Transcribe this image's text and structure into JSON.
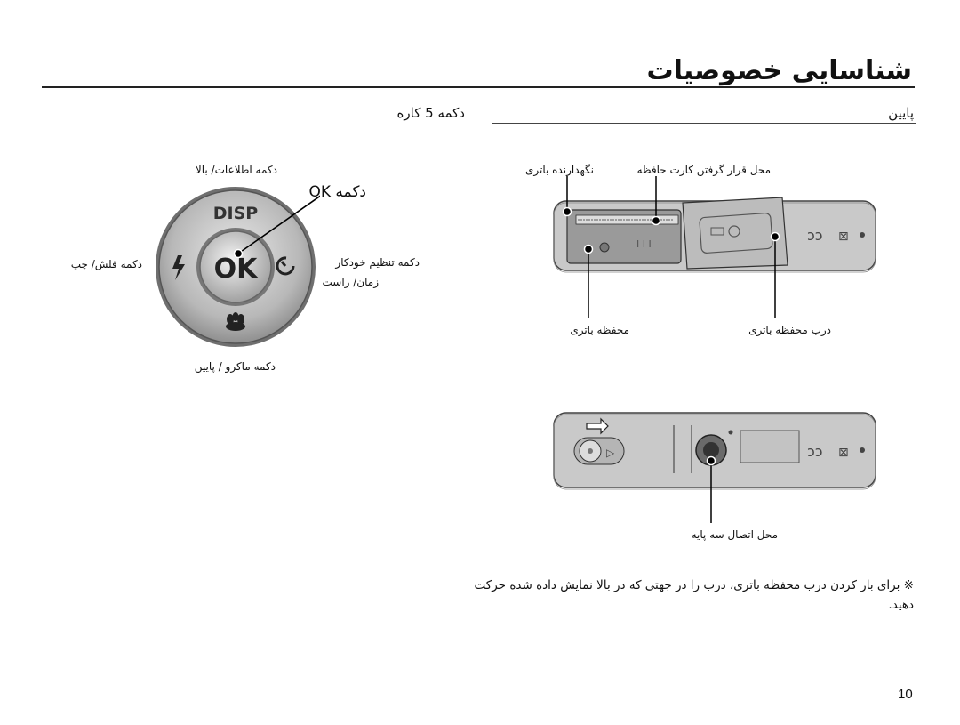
{
  "page": {
    "title": "شناسایی خصوصیات",
    "page_number": "10"
  },
  "sections": {
    "bottom_view": "پایین",
    "five_buttons": "دکمه 5 کاره"
  },
  "bottom_labels": {
    "strap_holder": "نگهدارنده باتری",
    "card_slot": "محل قرار گرفتن کارت حافظه",
    "battery_cover": "محفظه باتری",
    "battery_chamber_door": "درب محفظه باتری",
    "tripod_socket": "محل اتصال سه پایه"
  },
  "buttons": {
    "info_up": "دکمه اطلاعات/ بالا",
    "ok": "دکمه OK",
    "flash_left": "دکمه فلش/ چپ",
    "timer_right": "دکمه تنظیم خودکار",
    "timer_right_2": "زمان/ راست",
    "macro_down": "دکمه ماکرو / پایین",
    "dial_disp": "DISP",
    "dial_ok": "OK"
  },
  "note": {
    "line1": "※ برای باز کردن درب محفظه باتری، درب را در جهتی که در بالا نمایش داده شده حرکت",
    "line2": "دهید."
  }
}
